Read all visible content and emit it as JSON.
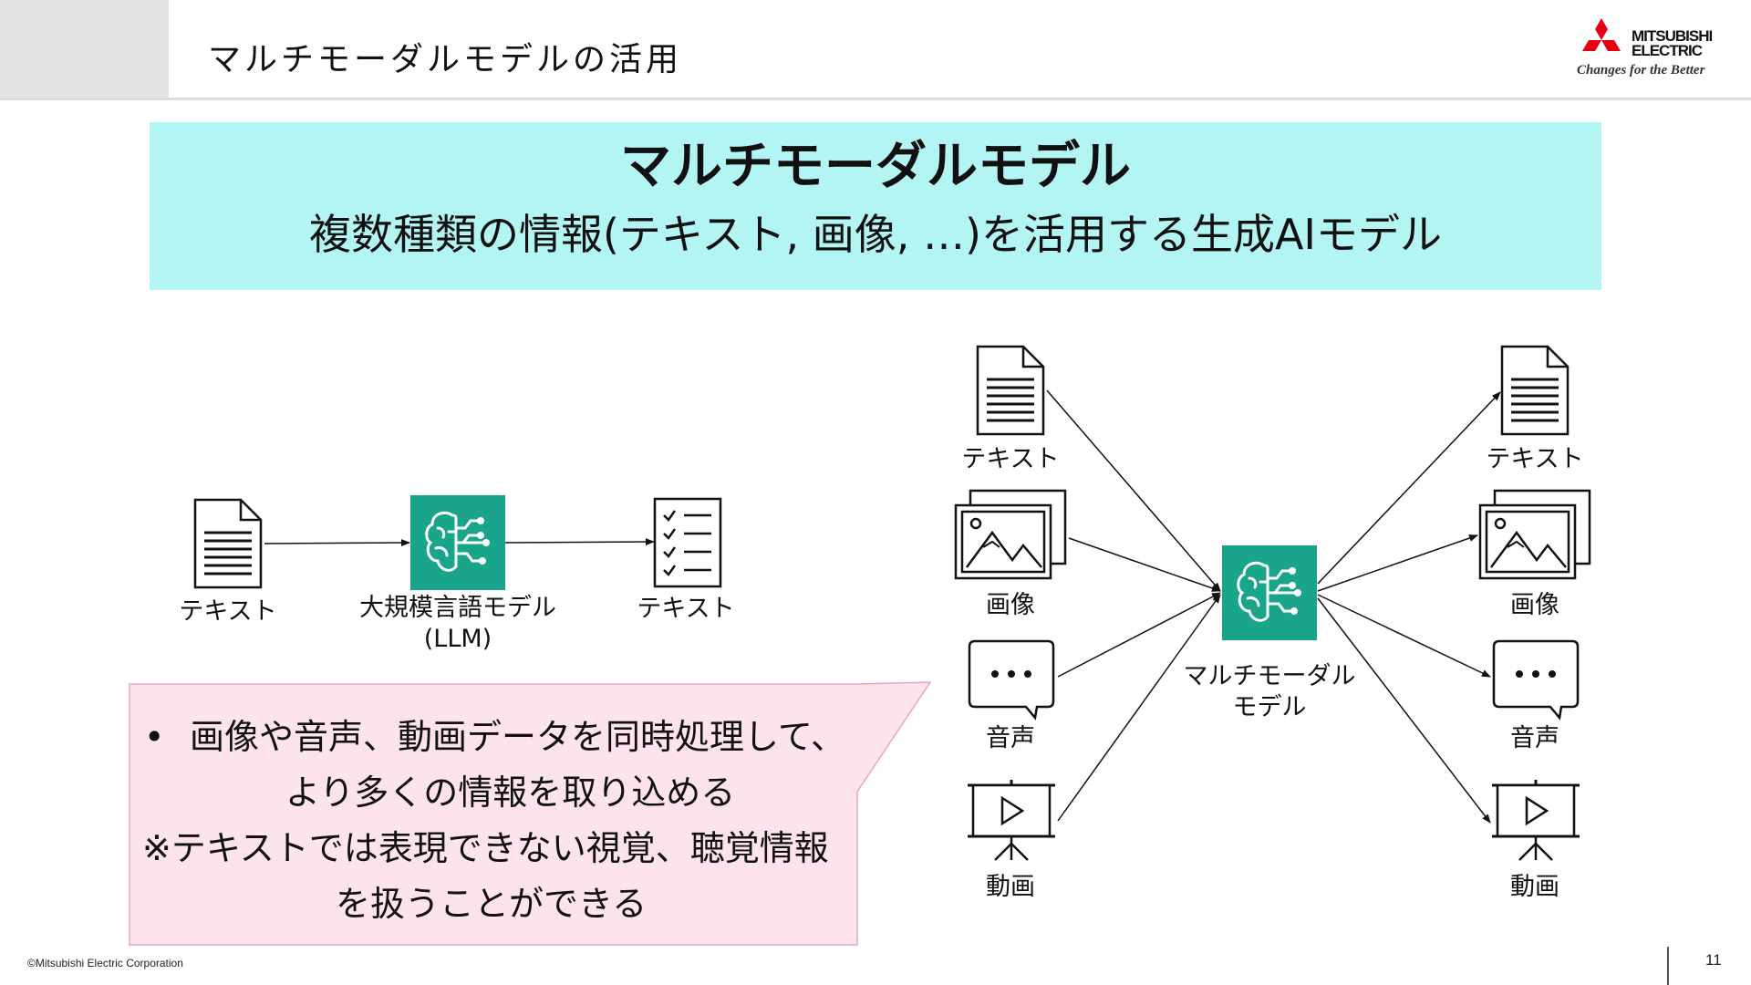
{
  "header": {
    "title": "マルチモーダルモデルの活用"
  },
  "logo": {
    "name_line1": "MITSUBISHI",
    "name_line2": "ELECTRIC",
    "tagline": "Changes for the Better"
  },
  "banner": {
    "title": "マルチモーダルモデル",
    "subtitle": "複数種類の情報(テキスト, 画像, …)を活用する生成AIモデル"
  },
  "llm_flow": {
    "input_label": "テキスト",
    "model_label_line1": "大規模言語モデル",
    "model_label_line2": "(LLM)",
    "output_label": "テキスト"
  },
  "callout": {
    "bullet": "•",
    "line1": "画像や音声、動画データを同時処理して、",
    "line2": "より多くの情報を取り込める",
    "line3": "※テキストでは表現できない視覚、聴覚情報",
    "line4": "を扱うことができる"
  },
  "multimodal_flow": {
    "inputs": [
      "テキスト",
      "画像",
      "音声",
      "動画"
    ],
    "model_label_line1": "マルチモーダル",
    "model_label_line2": "モデル",
    "outputs": [
      "テキスト",
      "画像",
      "音声",
      "動画"
    ],
    "accent_color": "#1aa58a"
  },
  "footer": {
    "copyright": "©Mitsubishi Electric Corporation",
    "page": "11"
  }
}
